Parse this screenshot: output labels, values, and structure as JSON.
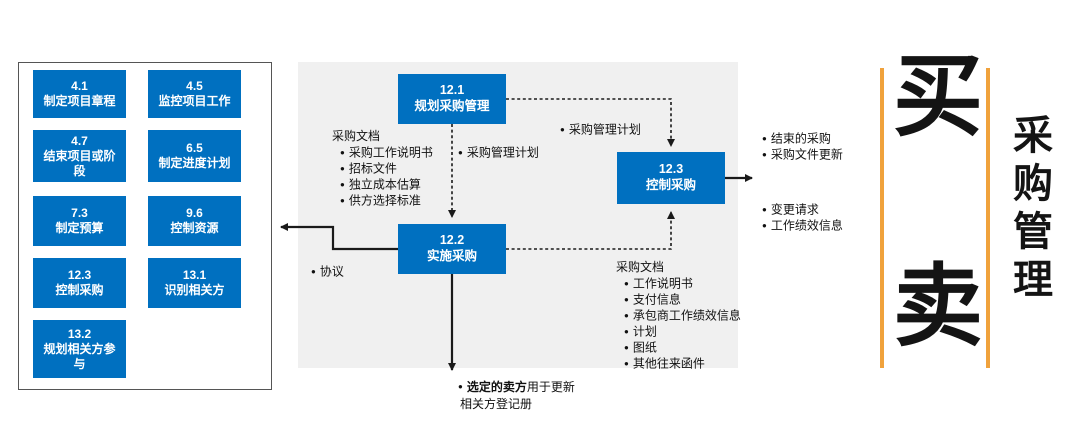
{
  "colors": {
    "node_blue": "#0070C0",
    "accent_orange": "#F0A23C",
    "panel_gray": "#F0F0F0"
  },
  "left_panel": {
    "items": [
      {
        "id": "4.1",
        "label": "制定项目章程"
      },
      {
        "id": "4.5",
        "label": "监控项目工作"
      },
      {
        "id": "4.7",
        "label": "结束项目或阶段"
      },
      {
        "id": "6.5",
        "label": "制定进度计划"
      },
      {
        "id": "7.3",
        "label": "制定预算"
      },
      {
        "id": "9.6",
        "label": "控制资源"
      },
      {
        "id": "12.3",
        "label": "控制采购"
      },
      {
        "id": "13.1",
        "label": "识别相关方"
      },
      {
        "id": "13.2",
        "label": "规划相关方参与"
      }
    ]
  },
  "nodes": {
    "plan": {
      "id": "12.1",
      "label": "规划采购管理"
    },
    "conduct": {
      "id": "12.2",
      "label": "实施采购"
    },
    "control": {
      "id": "12.3",
      "label": "控制采购"
    }
  },
  "flows": {
    "plan_to_control": "采购管理计划",
    "plan_to_conduct": "采购管理计划",
    "docs_in": {
      "title": "采购文档",
      "items": [
        "采购工作说明书",
        "招标文件",
        "独立成本估算",
        "供方选择标准"
      ]
    },
    "agreement": "协议",
    "docs_out": {
      "title": "采购文档",
      "items": [
        "工作说明书",
        "支付信息",
        "承包商工作绩效信息",
        "计划",
        "图纸",
        "其他往来函件"
      ]
    },
    "control_outputs_top": [
      "结束的采购",
      "采购文件更新"
    ],
    "control_outputs_bottom": [
      "变更请求",
      "工作绩效信息"
    ],
    "conduct_bottom": {
      "bold": "选定的卖方",
      "rest": "用于更新",
      "line2": "相关方登记册"
    }
  },
  "banner": {
    "top_char": "买",
    "bottom_char": "卖",
    "side_title": "采购管理"
  }
}
